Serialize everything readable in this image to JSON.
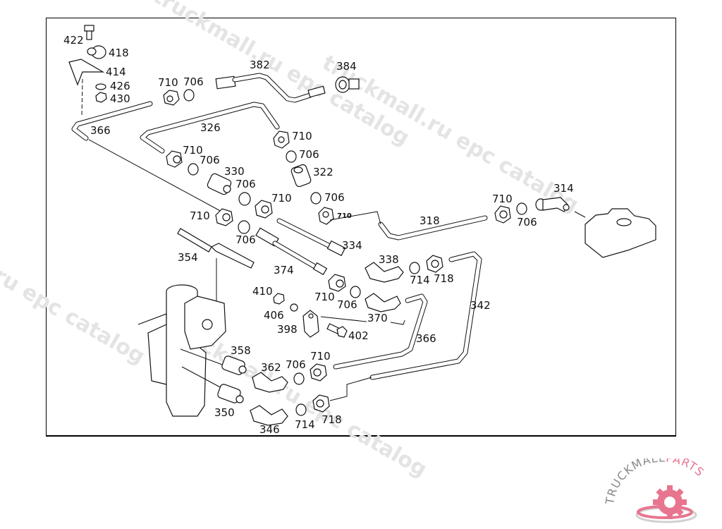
{
  "diagram": {
    "callouts": [
      {
        "id": "c422",
        "label": "422"
      },
      {
        "id": "c418",
        "label": "418"
      },
      {
        "id": "c414",
        "label": "414"
      },
      {
        "id": "c426",
        "label": "426"
      },
      {
        "id": "c430",
        "label": "430"
      },
      {
        "id": "c366a",
        "label": "366"
      },
      {
        "id": "c710a",
        "label": "710"
      },
      {
        "id": "c706a",
        "label": "706"
      },
      {
        "id": "c382",
        "label": "382"
      },
      {
        "id": "c384",
        "label": "384"
      },
      {
        "id": "c326",
        "label": "326"
      },
      {
        "id": "c710b",
        "label": "710"
      },
      {
        "id": "c706b",
        "label": "706"
      },
      {
        "id": "c322",
        "label": "322"
      },
      {
        "id": "c706c",
        "label": "706"
      },
      {
        "id": "c710c",
        "label": "710"
      },
      {
        "id": "c710d",
        "label": "710"
      },
      {
        "id": "c706d",
        "label": "706"
      },
      {
        "id": "c330",
        "label": "330"
      },
      {
        "id": "c706e",
        "label": "706"
      },
      {
        "id": "c710e",
        "label": "710"
      },
      {
        "id": "c710f",
        "label": "710"
      },
      {
        "id": "c706f",
        "label": "706"
      },
      {
        "id": "c318",
        "label": "318"
      },
      {
        "id": "c710g",
        "label": "710"
      },
      {
        "id": "c706g",
        "label": "706"
      },
      {
        "id": "c314",
        "label": "314"
      },
      {
        "id": "c334",
        "label": "334"
      },
      {
        "id": "c354",
        "label": "354"
      },
      {
        "id": "c374",
        "label": "374"
      },
      {
        "id": "c338",
        "label": "338"
      },
      {
        "id": "c714a",
        "label": "714"
      },
      {
        "id": "c718a",
        "label": "718"
      },
      {
        "id": "c342",
        "label": "342"
      },
      {
        "id": "c410",
        "label": "410"
      },
      {
        "id": "c710h",
        "label": "710"
      },
      {
        "id": "c706h",
        "label": "706"
      },
      {
        "id": "c406",
        "label": "406"
      },
      {
        "id": "c370",
        "label": "370"
      },
      {
        "id": "c398",
        "label": "398"
      },
      {
        "id": "c402",
        "label": "402"
      },
      {
        "id": "c366b",
        "label": "366"
      },
      {
        "id": "c358",
        "label": "358"
      },
      {
        "id": "c362",
        "label": "362"
      },
      {
        "id": "c706i",
        "label": "706"
      },
      {
        "id": "c710i",
        "label": "710"
      },
      {
        "id": "c350",
        "label": "350"
      },
      {
        "id": "c346",
        "label": "346"
      },
      {
        "id": "c714b",
        "label": "714"
      },
      {
        "id": "c718b",
        "label": "718"
      }
    ]
  },
  "watermarks": [
    "truckmall.ru epc catalog",
    "truckmall.ru epc catalog",
    "truckmall.ru epc catalog",
    "truckmall.ru epc catalog"
  ],
  "logo": {
    "text_main": "TRUCKMALL",
    "text_accent": "PARTS",
    "accent_color": "#e8758f",
    "gray_color": "#8a8a8a"
  }
}
